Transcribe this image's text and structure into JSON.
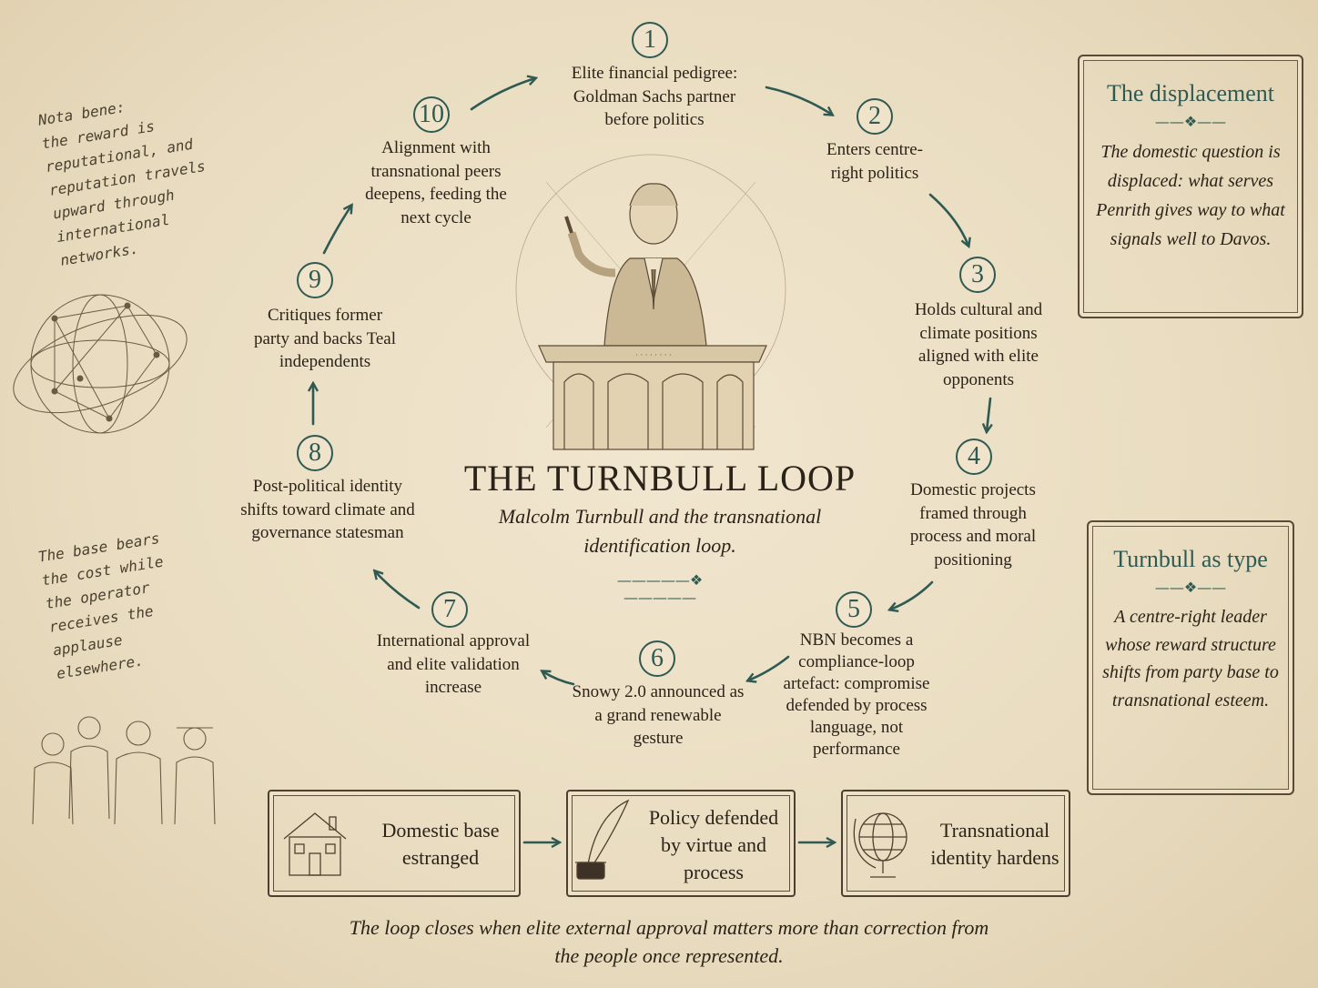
{
  "title": "THE TURNBULL LOOP",
  "subtitle": "Malcolm Turnbull and the transnational identification loop.",
  "steps": [
    {
      "num": "1",
      "text": "Elite financial pedigree: Goldman Sachs partner before politics"
    },
    {
      "num": "2",
      "text": "Enters centre-right politics"
    },
    {
      "num": "3",
      "text": "Holds cultural and climate positions aligned with elite opponents"
    },
    {
      "num": "4",
      "text": "Domestic projects framed through process and moral positioning"
    },
    {
      "num": "5",
      "text": "NBN becomes a compliance-loop artefact: compromise defended by process language, not performance"
    },
    {
      "num": "6",
      "text": "Snowy 2.0 announced as a grand renewable gesture"
    },
    {
      "num": "7",
      "text": "International approval and elite validation increase"
    },
    {
      "num": "8",
      "text": "Post-political identity shifts toward climate and governance statesman"
    },
    {
      "num": "9",
      "text": "Critiques former party and backs Teal independents"
    },
    {
      "num": "10",
      "text": "Alignment with transnational peers deepens, feeding the next cycle"
    }
  ],
  "panels": {
    "displacement": {
      "title": "The displacement",
      "body": "The domestic question is displaced: what serves Penrith gives way to what signals well to Davos."
    },
    "type": {
      "title": "Turnbull as type",
      "body": "A centre-right leader whose reward structure shifts from party base to transnational esteem."
    }
  },
  "notes": {
    "nota": "Nota bene:\nthe reward is\nreputational, and\nreputation travels\nupward through\ninternational\nnetworks.",
    "base": "The base bears\nthe cost while\nthe operator\nreceives the\napplause\nelsewhere."
  },
  "flow": [
    {
      "label": "Domestic base estranged",
      "icon": "house-icon"
    },
    {
      "label": "Policy defended by virtue and process",
      "icon": "quill-inkwell-icon"
    },
    {
      "label": "Transnational identity hardens",
      "icon": "globe-icon"
    }
  ],
  "closing": "The loop closes when elite external approval matters more than correction from the people once represented.",
  "colors": {
    "accent": "#2f5a52",
    "ink": "#2b2318",
    "paper": "#efe3ca"
  }
}
